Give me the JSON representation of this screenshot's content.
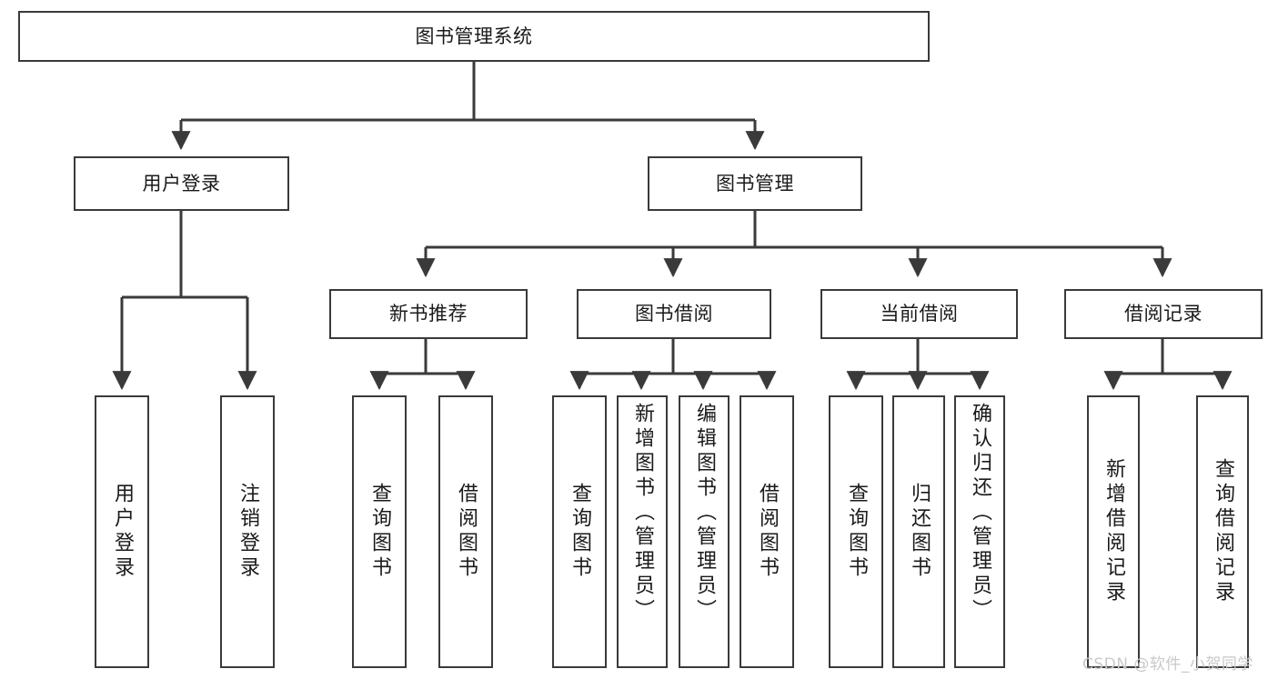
{
  "diagram": {
    "type": "tree",
    "title": "图书管理系统",
    "theme": {
      "background": "#ffffff",
      "border": "#3a3a3a",
      "text": "#1a1a1a",
      "watermark": "#c9c9c9"
    },
    "root": {
      "label": "图书管理系统"
    },
    "level1": [
      {
        "label": "用户登录"
      },
      {
        "label": "图书管理"
      }
    ],
    "level2": [
      {
        "label": "新书推荐"
      },
      {
        "label": "图书借阅"
      },
      {
        "label": "当前借阅"
      },
      {
        "label": "借阅记录"
      }
    ],
    "leaves": {
      "user_login": [
        {
          "label": "用户登录"
        },
        {
          "label": "注销登录"
        }
      ],
      "new_book": [
        {
          "label": "查询图书"
        },
        {
          "label": "借阅图书"
        }
      ],
      "book_borrow": [
        {
          "label": "查询图书"
        },
        {
          "label": "新增图书（管理员）"
        },
        {
          "label": "编辑图书（管理员）"
        },
        {
          "label": "借阅图书"
        }
      ],
      "current_borrow": [
        {
          "label": "查询图书"
        },
        {
          "label": "归还图书"
        },
        {
          "label": "确认归还（管理员）"
        }
      ],
      "borrow_record": [
        {
          "label": "新增借阅记录"
        },
        {
          "label": "查询借阅记录"
        }
      ]
    }
  },
  "watermark": {
    "text": "CSDN @软件_小贺同学"
  }
}
